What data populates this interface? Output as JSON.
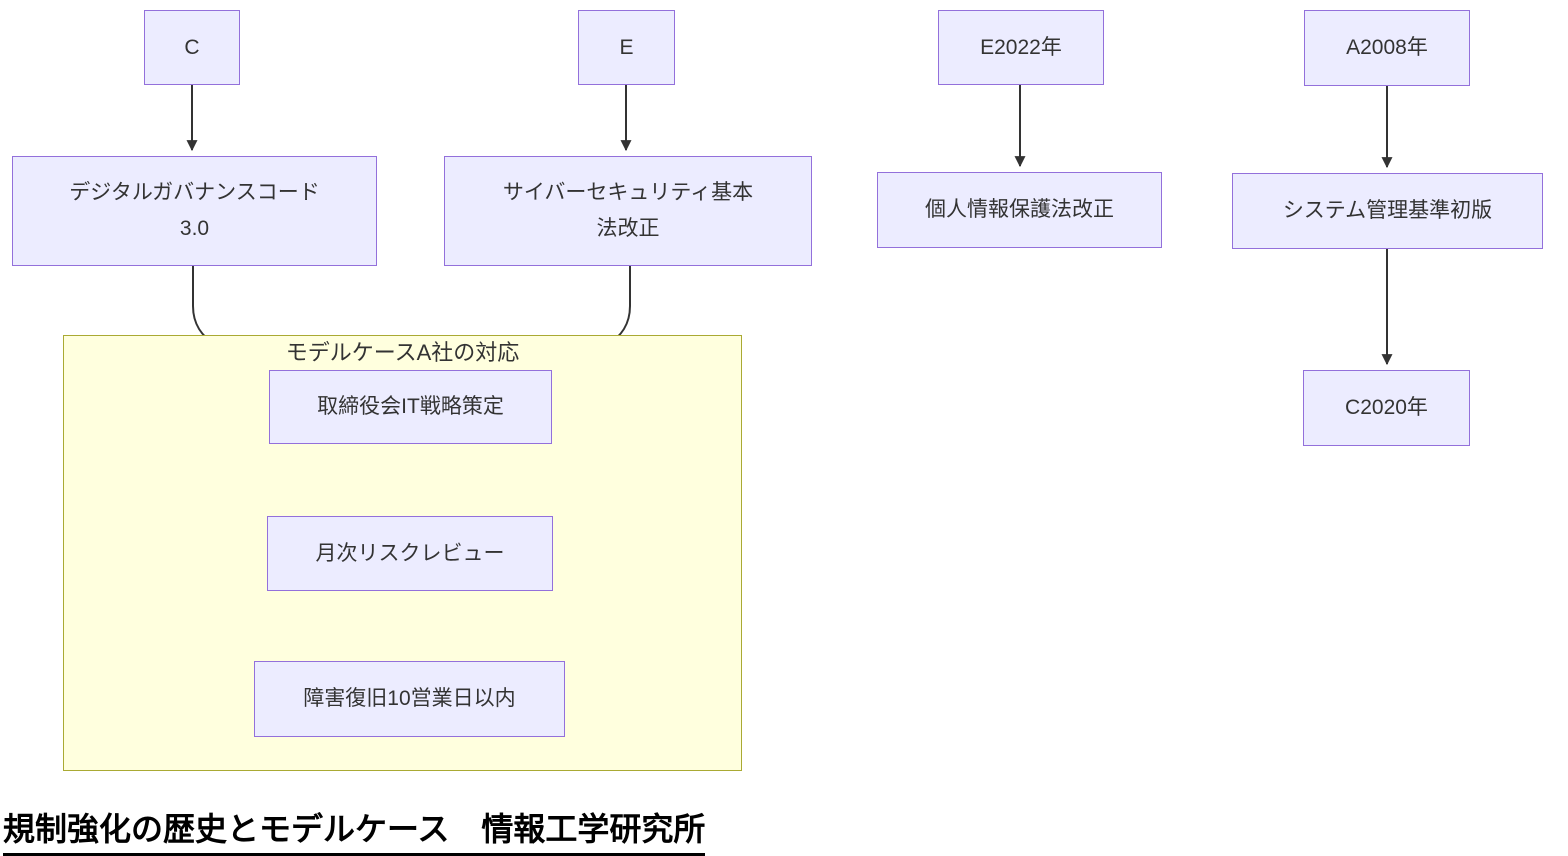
{
  "diagram": {
    "type": "flowchart",
    "title": "規制強化の歴史とモデルケース　情報工学研究所",
    "colors": {
      "node_fill": "#ECECFF",
      "node_border": "#9370DB",
      "subgraph_fill": "#FFFFDE",
      "subgraph_border": "#AAAA33",
      "edge_color": "#333333",
      "text_color": "#333333",
      "title_color": "#000000"
    },
    "subgraph": {
      "label": "モデルケースA社の対応"
    },
    "nodes": {
      "c": {
        "label": "C"
      },
      "e": {
        "label": "E"
      },
      "e2022": {
        "label": "E2022年"
      },
      "a2008": {
        "label": "A2008年"
      },
      "dgc": {
        "line1": "デジタルガバナンスコード",
        "line2": "3.0"
      },
      "cyber": {
        "line1": "サイバーセキュリティ基本",
        "line2": "法改正"
      },
      "privacy": {
        "label": "個人情報保護法改正"
      },
      "sysstd": {
        "label": "システム管理基準初版"
      },
      "c2020": {
        "label": "C2020年"
      },
      "board": {
        "label": "取締役会IT戦略策定"
      },
      "monthly": {
        "label": "月次リスクレビュー"
      },
      "recovery": {
        "label": "障害復旧10営業日以内"
      }
    },
    "edges": [
      {
        "from": "c",
        "to": "dgc"
      },
      {
        "from": "e",
        "to": "cyber"
      },
      {
        "from": "e2022",
        "to": "privacy"
      },
      {
        "from": "a2008",
        "to": "sysstd"
      },
      {
        "from": "sysstd",
        "to": "c2020"
      },
      {
        "from": "dgc",
        "to": "board"
      },
      {
        "from": "cyber",
        "to": "board"
      },
      {
        "from": "board",
        "to": "monthly"
      },
      {
        "from": "monthly",
        "to": "recovery"
      }
    ]
  }
}
